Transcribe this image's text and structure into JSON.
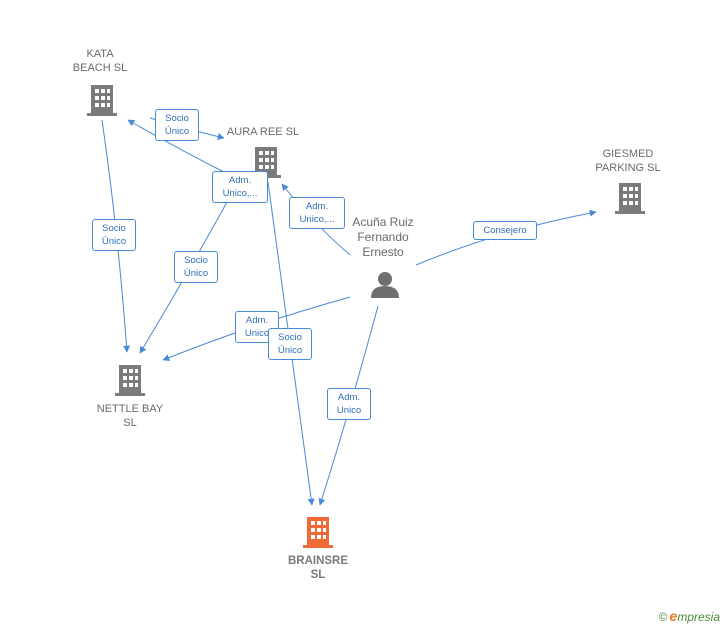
{
  "nodes": {
    "kata": {
      "name_line1": "KATA",
      "name_line2": "BEACH  SL"
    },
    "aura": {
      "name": "AURA REE  SL"
    },
    "giesmed": {
      "name_line1": "GIESMED",
      "name_line2": "PARKING SL"
    },
    "nettle": {
      "name_line1": "NETTLE BAY",
      "name_line2": "SL"
    },
    "brainsre": {
      "name_line1": "BRAINSRE",
      "name_line2": "SL"
    },
    "person": {
      "name_line1": "Acuña Ruiz",
      "name_line2": "Fernando",
      "name_line3": "Ernesto"
    }
  },
  "edges": {
    "e1": {
      "line1": "Socio",
      "line2": "Único"
    },
    "e2": {
      "line1": "Adm.",
      "line2": "Unico,..."
    },
    "e3": {
      "line1": "Adm.",
      "line2": "Unico,..."
    },
    "e4": {
      "line1": "Consejero"
    },
    "e5": {
      "line1": "Socio",
      "line2": "Único"
    },
    "e6": {
      "line1": "Socio",
      "line2": "Único"
    },
    "e7": {
      "line1": "Adm.",
      "line2": "Unico"
    },
    "e8": {
      "line1": "Socio",
      "line2": "Único"
    },
    "e9": {
      "line1": "Adm.",
      "line2": "Unico"
    }
  },
  "colors": {
    "building": "#7b7b7b",
    "main_building": "#f06a35",
    "edge": "#4a8ad4",
    "person": "#6f6f6f"
  },
  "brand": {
    "copyright": "©",
    "e": "e",
    "rest": "mpresia"
  }
}
